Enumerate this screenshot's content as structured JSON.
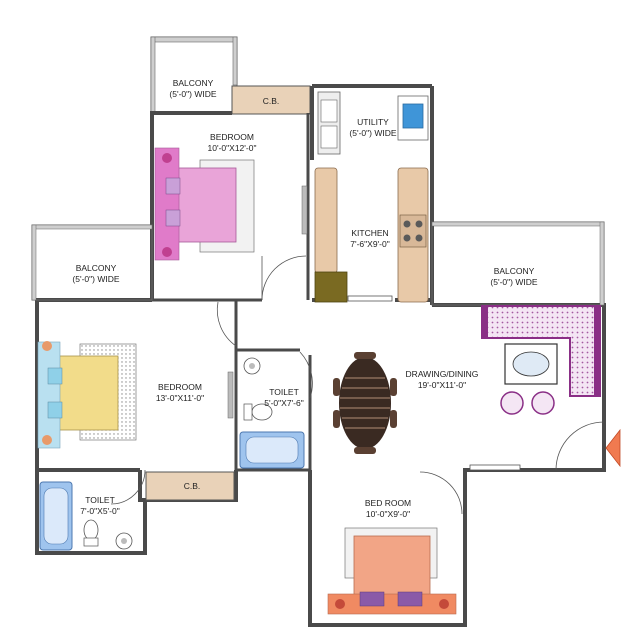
{
  "rooms": [
    {
      "id": "balcony-top",
      "name": "BALCONY",
      "size": "(5'-0\") WIDE"
    },
    {
      "id": "cb-top",
      "name": "C.B.",
      "size": ""
    },
    {
      "id": "utility",
      "name": "UTILITY",
      "size": "(5'-0\") WIDE"
    },
    {
      "id": "bedroom-top",
      "name": "BEDROOM",
      "size": "10'-0\"X12'-0\""
    },
    {
      "id": "kitchen",
      "name": "KITCHEN",
      "size": "7'-6\"X9'-0\""
    },
    {
      "id": "balcony-left",
      "name": "BALCONY",
      "size": "(5'-0\") WIDE"
    },
    {
      "id": "balcony-right",
      "name": "BALCONY",
      "size": "(5'-0\") WIDE"
    },
    {
      "id": "bedroom-left",
      "name": "BEDROOM",
      "size": "13'-0\"X11'-0\""
    },
    {
      "id": "toilet-mid",
      "name": "TOILET",
      "size": "5'-0\"X7'-6\""
    },
    {
      "id": "drawing",
      "name": "DRAWING/DINING",
      "size": "19'-0\"X11'-0\""
    },
    {
      "id": "cb-bottom",
      "name": "C.B.",
      "size": ""
    },
    {
      "id": "toilet-left",
      "name": "TOILET",
      "size": "7'-0\"X5'-0\""
    },
    {
      "id": "bedroom-bottom",
      "name": "BED ROOM",
      "size": "10'-0\"X9'-0\""
    }
  ],
  "colors": {
    "wall": "#555555",
    "wall_fill": "#9a9a9a",
    "counter": "#e8c9a8",
    "bed_pink": "#e9a4d8",
    "bed_yellow": "#f2dc8a",
    "bed_salmon": "#f2a586",
    "sofa": "#8a2f86",
    "dining_table": "#3a2a22",
    "entrance_arrow": "#f07a50",
    "tub": "#8fb6e6"
  }
}
